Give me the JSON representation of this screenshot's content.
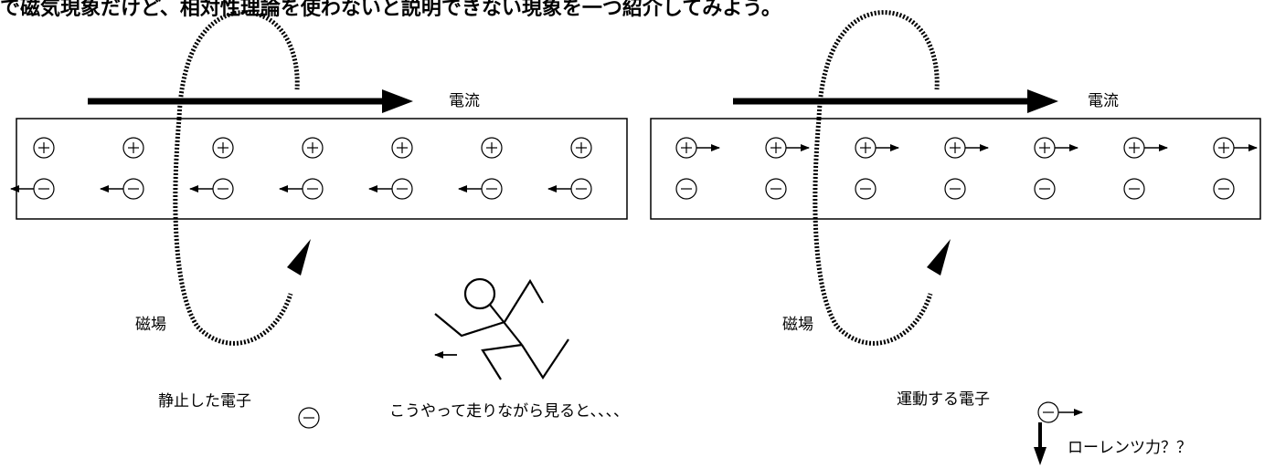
{
  "heading": "で磁気現象だけど、相対性理論を使わないと説明できない現象を一つ紹介してみよう。",
  "left_panel": {
    "current_label": "電流",
    "field_label": "磁場",
    "caption": "静止した電子",
    "charge_count": 7,
    "moving_charge": "negative"
  },
  "right_panel": {
    "current_label": "電流",
    "field_label": "磁場",
    "caption": "運動する電子",
    "charge_count": 7,
    "moving_charge": "positive",
    "force_label": "ローレンツ力？？"
  },
  "runner": {
    "caption": "こうやって走りながら見ると、、、、"
  },
  "symbols": {
    "positive": "+",
    "negative": "−"
  },
  "colors": {
    "ink": "#000000",
    "background": "#ffffff"
  }
}
